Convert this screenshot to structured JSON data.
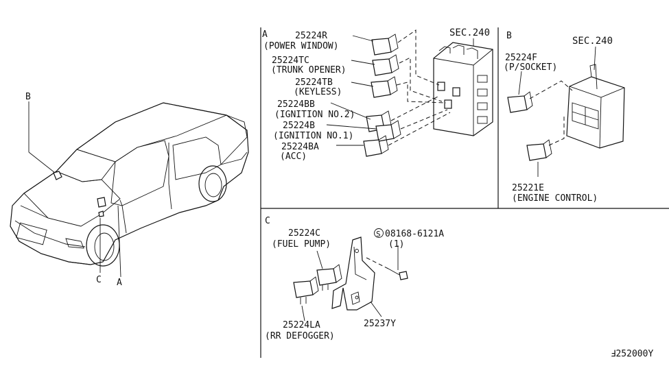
{
  "figure_id": "Ⅎ252000Y",
  "car_callouts": {
    "b": "B",
    "c": "C",
    "a": "A"
  },
  "panel_a": {
    "letter": "A",
    "section_ref": "SEC.240",
    "parts": [
      {
        "number": "25224R",
        "desc": "(POWER WINDOW)"
      },
      {
        "number": "25224TC",
        "desc": "(TRUNK OPENER)"
      },
      {
        "number": "25224TB",
        "desc": "(KEYLESS)"
      },
      {
        "number": "25224BB",
        "desc": "(IGNITION NO.2)"
      },
      {
        "number": "25224B",
        "desc": "(IGNITION NO.1)"
      },
      {
        "number": "25224BA",
        "desc": "(ACC)"
      }
    ]
  },
  "panel_b": {
    "letter": "B",
    "section_ref": "SEC.240",
    "parts": [
      {
        "number": "25224F",
        "desc": "(P/SOCKET)"
      },
      {
        "number": "25221E",
        "desc": "(ENGINE CONTROL)"
      }
    ]
  },
  "panel_c": {
    "letter": "C",
    "parts": [
      {
        "number": "25224C",
        "desc": "(FUEL PUMP)"
      },
      {
        "number": "08168-6121A",
        "desc": "(1)",
        "prefix": "S"
      },
      {
        "number": "25224LA",
        "desc": "(RR DEFOGGER)"
      },
      {
        "number": "25237Y",
        "desc": ""
      }
    ]
  }
}
